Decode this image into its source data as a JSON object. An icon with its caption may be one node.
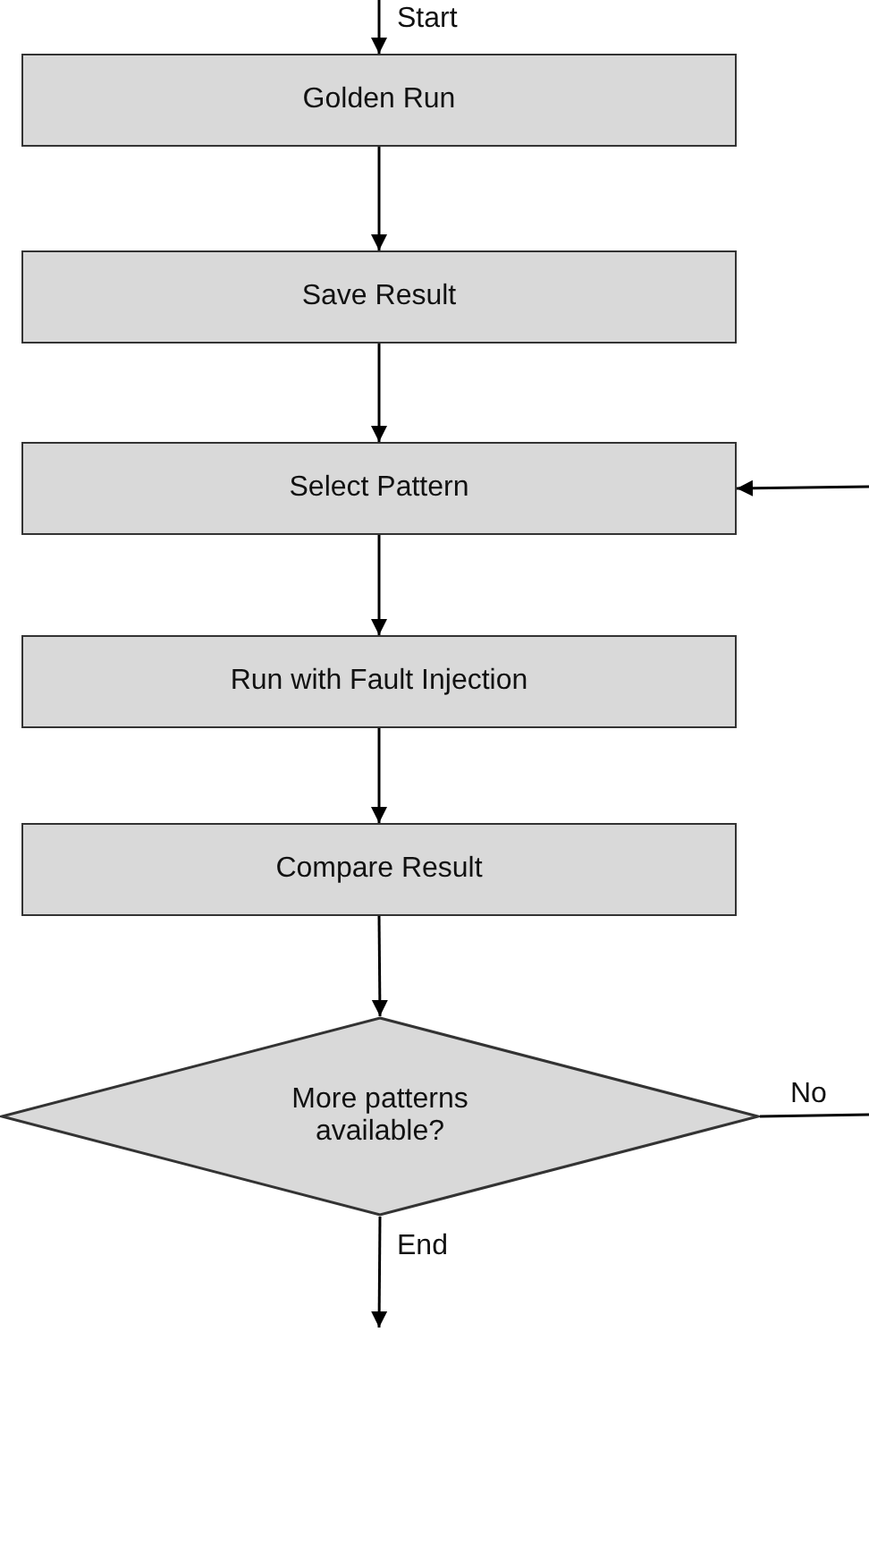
{
  "diagram": {
    "nodes": [
      {
        "text": [
          "Golden Run"
        ]
      },
      {
        "text": [
          "Save Result"
        ]
      },
      {
        "text": [
          "Select Pattern"
        ]
      },
      {
        "text": [
          "Run with Fault Injection"
        ]
      },
      {
        "text": [
          "Compare Result"
        ]
      },
      {
        "text": [
          "More patterns available?"
        ]
      }
    ],
    "edges": [
      {
        "from": null,
        "to": 0,
        "arrow": "to",
        "label": "Start"
      },
      {
        "from": 0,
        "to": 1,
        "arrow": "to"
      },
      {
        "from": 1,
        "to": 2,
        "arrow": "to"
      },
      {
        "from": 2,
        "to": 3,
        "arrow": "to"
      },
      {
        "from": 3,
        "to": 4,
        "arrow": "to"
      },
      {
        "from": 4,
        "to": 5,
        "arrow": "to"
      },
      {
        "from": null,
        "to": 2,
        "arrow": "to"
      },
      {
        "from": 5,
        "to": null,
        "arrow": "none",
        "label": "No"
      },
      {
        "from": 5,
        "to": null,
        "arrow": "to",
        "label": "End"
      }
    ]
  }
}
